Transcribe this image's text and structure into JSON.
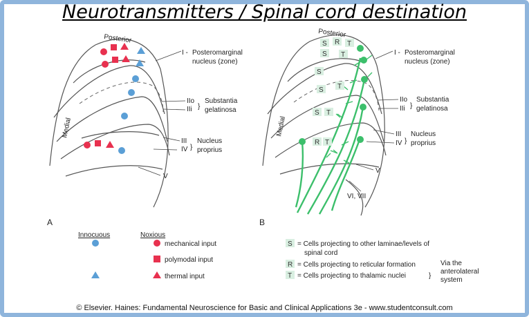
{
  "title": "Neurotransmitters / Spinal cord destination",
  "colors": {
    "frame": "#8fb5dc",
    "red": "#e8314f",
    "blue": "#5b9fd6",
    "green": "#3cbf6b",
    "box": "#d9efe1"
  },
  "panel_a": {
    "panel_letter": "A",
    "posterior": "Posterior",
    "medial": "Medial",
    "labels": {
      "lamina_i_num": "I -",
      "lamina_i_l1": "Posteromarginal",
      "lamina_i_l2": "nucleus (zone)",
      "iio": "IIo",
      "iii": "IIi",
      "sg1": "Substantia",
      "sg2": "gelatinosa",
      "l3": "III",
      "l4": "IV",
      "np1": "Nucleus",
      "np2": "proprius",
      "l5": "V"
    },
    "legend": {
      "innocuous": "Innocuous",
      "noxious": "Noxious",
      "mechanical": "mechanical input",
      "polymodal": "polymodal input",
      "thermal": "thermal input"
    }
  },
  "panel_b": {
    "panel_letter": "B",
    "posterior": "Posterior",
    "medial": "Medial",
    "labels": {
      "lamina_i_num": "I -",
      "lamina_i_l1": "Posteromarginal",
      "lamina_i_l2": "nucleus (zone)",
      "iio": "IIo",
      "iii": "IIi",
      "sg1": "Substantia",
      "sg2": "gelatinosa",
      "l3": "III",
      "l4": "IV",
      "np1": "Nucleus",
      "np2": "proprius",
      "l5": "V",
      "l67": "VI, VII"
    },
    "boxes": {
      "s": "S",
      "r": "R",
      "t": "T"
    },
    "legend": {
      "s_line1": "= Cells projecting to other laminae/levels of",
      "s_line2": "spinal cord",
      "r_line": "= Cells projecting to reticular formation",
      "t_line": "= Cells projecting to thalamic nuclei",
      "via1": "Via the",
      "via2": "anterolateral",
      "via3": "system"
    }
  },
  "footer": "© Elsevier. Haines: Fundamental Neuroscience for Basic and Clinical Applications 3e - www.studentconsult.com"
}
